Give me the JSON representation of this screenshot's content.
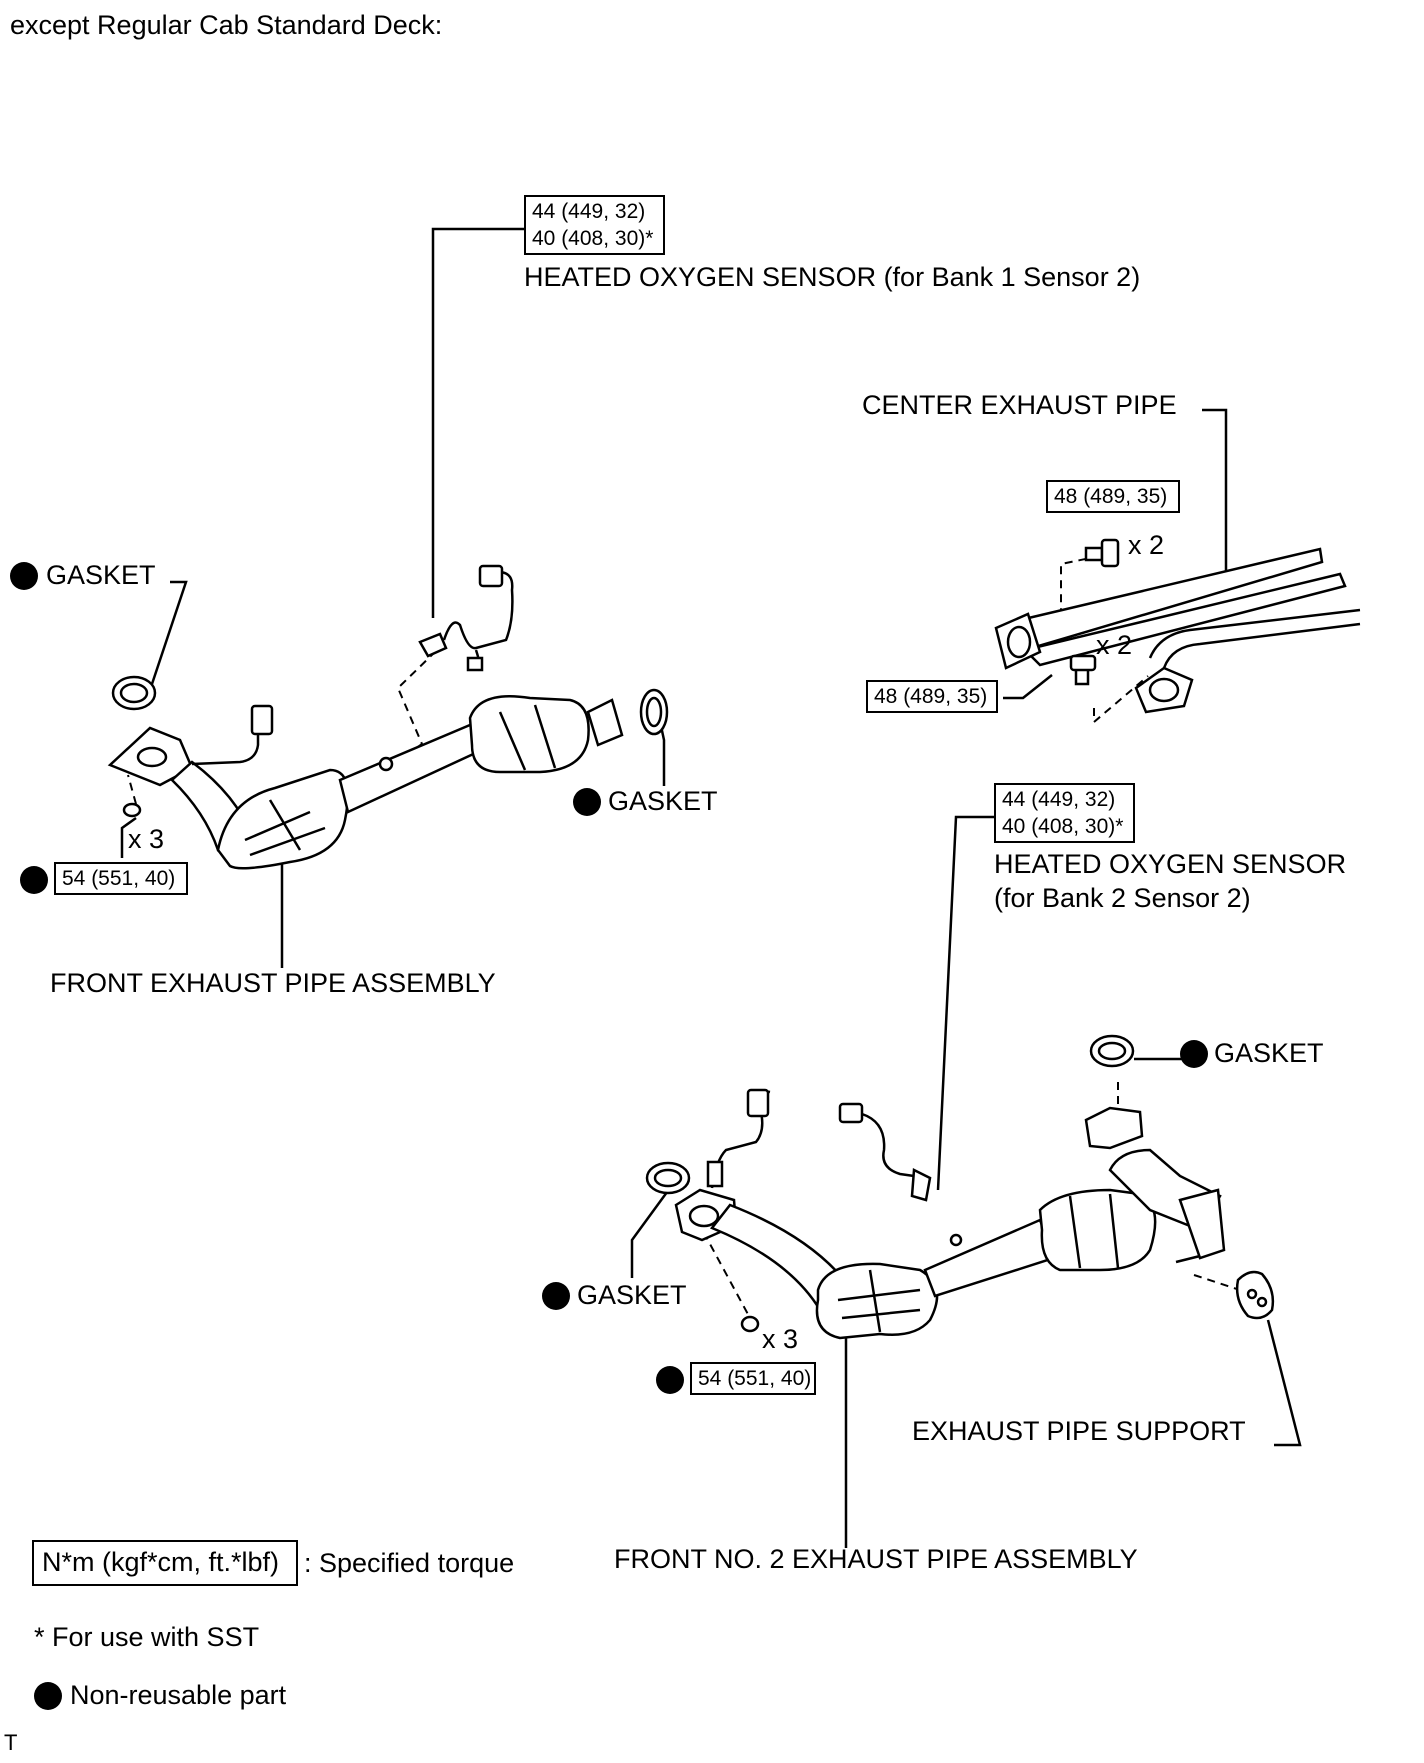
{
  "heading": "except Regular Cab Standard Deck:",
  "labels": {
    "ho_sensor_b1s2": "HEATED OXYGEN SENSOR (for Bank 1 Sensor 2)",
    "center_pipe": "CENTER EXHAUST PIPE",
    "gasket_left_top": "GASKET",
    "gasket_mid": "GASKET",
    "front_pipe_assy": "FRONT EXHAUST PIPE ASSEMBLY",
    "ho_sensor_b2s2_line1": "HEATED OXYGEN SENSOR",
    "ho_sensor_b2s2_line2": "(for Bank 2 Sensor 2)",
    "gasket_right_top": "GASKET",
    "gasket_lower_left": "GASKET",
    "exhaust_support": "EXHAUST PIPE SUPPORT",
    "front_no2_pipe_assy": "FRONT NO. 2 EXHAUST PIPE ASSEMBLY",
    "qty_x2_a": "x 2",
    "qty_x2_b": "x 2",
    "qty_x3_a": "x 3",
    "qty_x3_b": "x 3"
  },
  "torques": {
    "sensor1_line1": "44 (449, 32)",
    "sensor1_line2": "40 (408, 30)*",
    "center_top": "48 (489, 35)",
    "center_bottom": "48 (489, 35)",
    "front_nuts": "54 (551, 40)",
    "sensor2_line1": "44 (449, 32)",
    "sensor2_line2": "40 (408, 30)*",
    "no2_nuts": "54 (551, 40)"
  },
  "legend": {
    "torque_unit": "N*m (kgf*cm, ft.*lbf)",
    "torque_desc": ": Specified torque",
    "sst_note": "* For use with SST",
    "non_reusable": "Non-reusable part"
  },
  "corner_mark": "T"
}
